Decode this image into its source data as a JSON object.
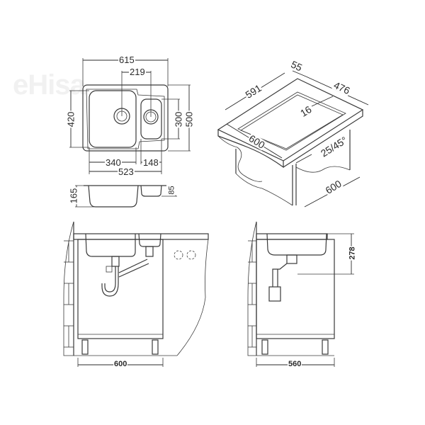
{
  "watermark": "eHisa",
  "top_view": {
    "overall_width": "615",
    "bowl_center_spacing": "219",
    "bowl_height_main": "420",
    "bowl_height_small": "300",
    "overall_depth": "500",
    "main_bowl_width": "340",
    "small_bowl_width": "148",
    "bowls_total_width": "523"
  },
  "side_section": {
    "main_bowl_depth": "165",
    "small_bowl_depth": "85"
  },
  "isometric_view": {
    "cutout_width": "591",
    "edge_offset": "55",
    "cutout_depth": "476",
    "rim_width": "16",
    "cabinet_width": "600",
    "worktop_depth": "600",
    "edge_angle": "25/45°"
  },
  "front_elevation": {
    "cabinet_width": "600"
  },
  "side_elevation": {
    "cabinet_width": "560",
    "installation_depth": "278"
  }
}
